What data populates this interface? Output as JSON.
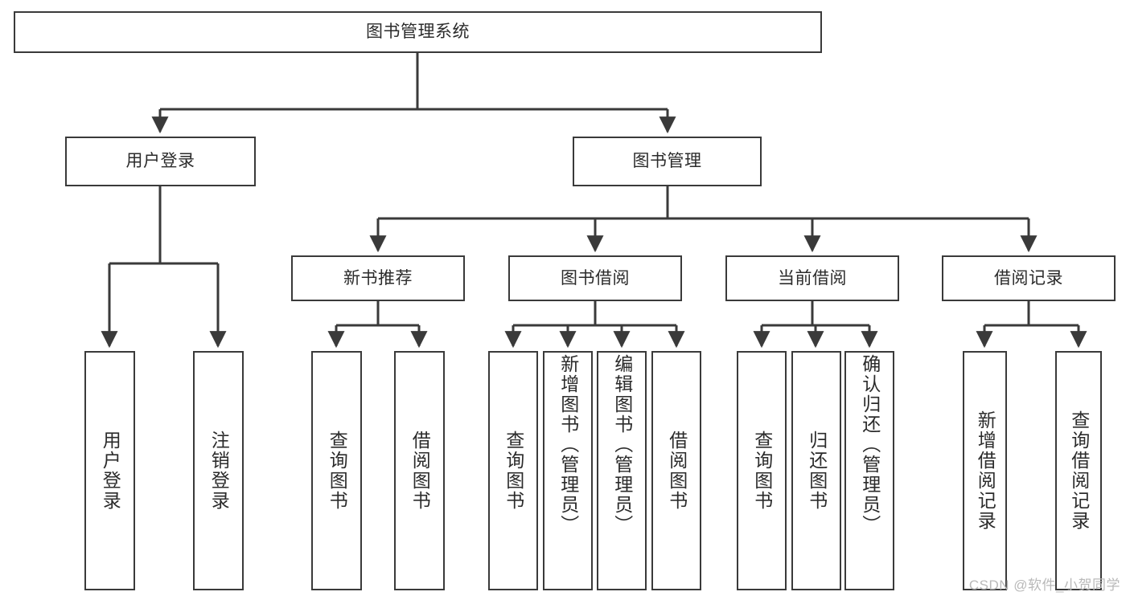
{
  "diagram": {
    "title": "图书管理系统",
    "type": "hierarchy-tree",
    "theme": {
      "background": "#ffffff",
      "box_border": "#3a3a3a",
      "connector": "#3a3a3a",
      "text": "#2b2b2b",
      "watermark_text": "#b9b9b9"
    },
    "levels": [
      {
        "level": 1,
        "nodes": [
          {
            "id": "root",
            "label": "图书管理系统",
            "orientation": "horizontal"
          }
        ]
      },
      {
        "level": 2,
        "nodes": [
          {
            "id": "user-login",
            "label": "用户登录",
            "orientation": "horizontal",
            "parent": "root"
          },
          {
            "id": "book-manage",
            "label": "图书管理",
            "orientation": "horizontal",
            "parent": "root"
          }
        ]
      },
      {
        "level": 3,
        "nodes": [
          {
            "id": "new-book-rec",
            "label": "新书推荐",
            "orientation": "horizontal",
            "parent": "book-manage"
          },
          {
            "id": "book-borrow",
            "label": "图书借阅",
            "orientation": "horizontal",
            "parent": "book-manage"
          },
          {
            "id": "current-borrow",
            "label": "当前借阅",
            "orientation": "horizontal",
            "parent": "book-manage"
          },
          {
            "id": "borrow-record",
            "label": "借阅记录",
            "orientation": "horizontal",
            "parent": "book-manage"
          }
        ]
      },
      {
        "level": 4,
        "nodes": [
          {
            "id": "leaf-user-login",
            "label": "用户登录",
            "orientation": "vertical",
            "parent": "user-login"
          },
          {
            "id": "leaf-logout",
            "label": "注销登录",
            "orientation": "vertical",
            "parent": "user-login"
          },
          {
            "id": "leaf-query-book-1",
            "label": "查询图书",
            "orientation": "vertical",
            "parent": "new-book-rec"
          },
          {
            "id": "leaf-borrow-book-1",
            "label": "借阅图书",
            "orientation": "vertical",
            "parent": "new-book-rec"
          },
          {
            "id": "leaf-query-book-2",
            "label": "查询图书",
            "orientation": "vertical",
            "parent": "book-borrow"
          },
          {
            "id": "leaf-add-book",
            "label": "新增图书（管理员）",
            "orientation": "vertical",
            "parent": "book-borrow"
          },
          {
            "id": "leaf-edit-book",
            "label": "编辑图书（管理员）",
            "orientation": "vertical",
            "parent": "book-borrow"
          },
          {
            "id": "leaf-borrow-book-2",
            "label": "借阅图书",
            "orientation": "vertical",
            "parent": "book-borrow"
          },
          {
            "id": "leaf-query-book-3",
            "label": "查询图书",
            "orientation": "vertical",
            "parent": "current-borrow"
          },
          {
            "id": "leaf-return-book",
            "label": "归还图书",
            "orientation": "vertical",
            "parent": "current-borrow"
          },
          {
            "id": "leaf-confirm-return",
            "label": "确认归还（管理员）",
            "orientation": "vertical",
            "parent": "current-borrow"
          },
          {
            "id": "leaf-add-record",
            "label": "新增借阅记录",
            "orientation": "vertical",
            "parent": "borrow-record"
          },
          {
            "id": "leaf-query-record",
            "label": "查询借阅记录",
            "orientation": "vertical",
            "parent": "borrow-record"
          }
        ]
      }
    ]
  },
  "watermark": {
    "label": "CSDN @软件_小贺同学"
  }
}
